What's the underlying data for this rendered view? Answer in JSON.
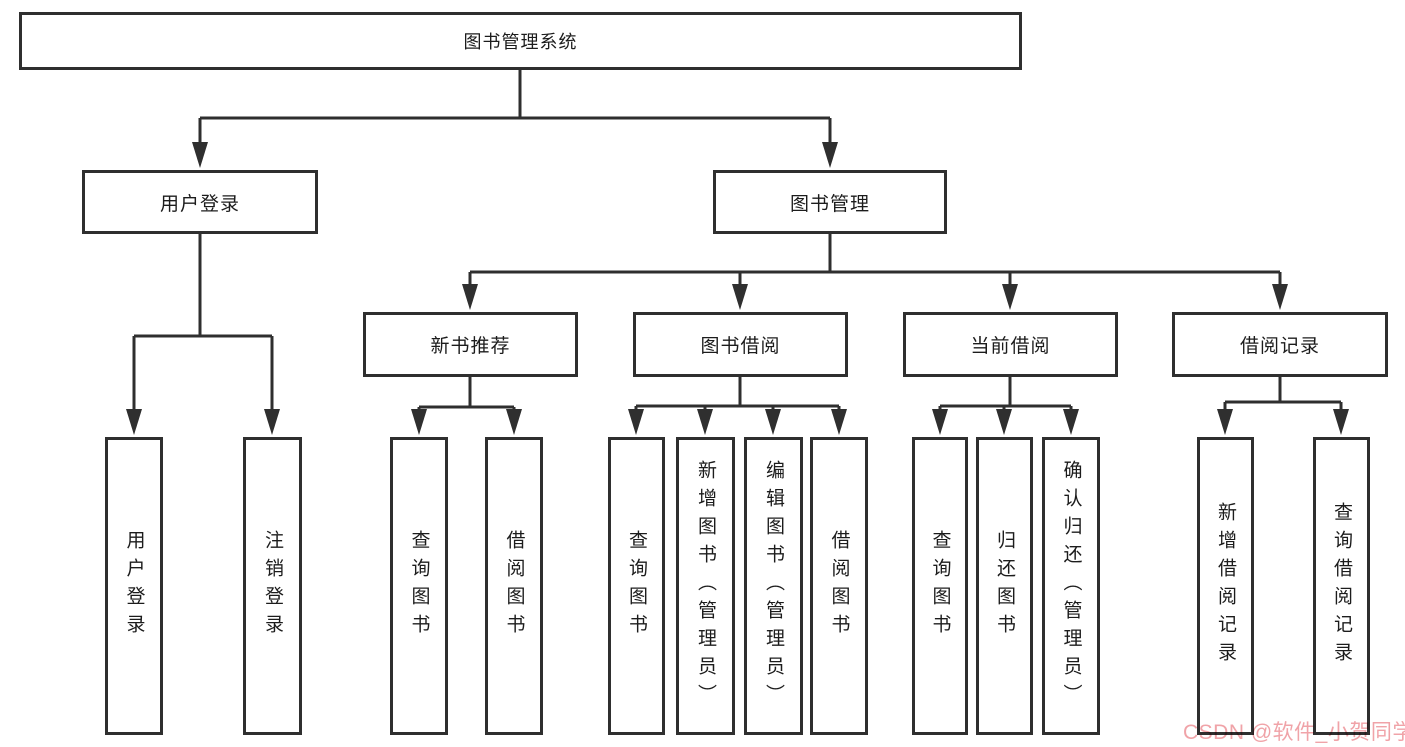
{
  "tree": {
    "root": {
      "label": "图书管理系统"
    },
    "level2": [
      {
        "label": "用户登录"
      },
      {
        "label": "图书管理"
      }
    ],
    "level3": [
      {
        "label": "新书推荐"
      },
      {
        "label": "图书借阅"
      },
      {
        "label": "当前借阅"
      },
      {
        "label": "借阅记录"
      }
    ],
    "leaves": {
      "user_login": [
        "用户登录",
        "注销登录"
      ],
      "new_books": [
        "查询图书",
        "借阅图书"
      ],
      "book_borrow": [
        "查询图书",
        "新增图书（管理员）",
        "编辑图书（管理员）",
        "借阅图书"
      ],
      "current_borrow": [
        "查询图书",
        "归还图书",
        "确认归还（管理员）"
      ],
      "borrow_records": [
        "新增借阅记录",
        "查询借阅记录"
      ]
    }
  },
  "watermark": {
    "text": "CSDN @软件_小贺同学",
    "color": "#f0a3a8"
  },
  "colors": {
    "line": "#2f2f2f",
    "box_border": "#2f2f2f",
    "text": "#1c1c1c",
    "background": "#ffffff"
  }
}
